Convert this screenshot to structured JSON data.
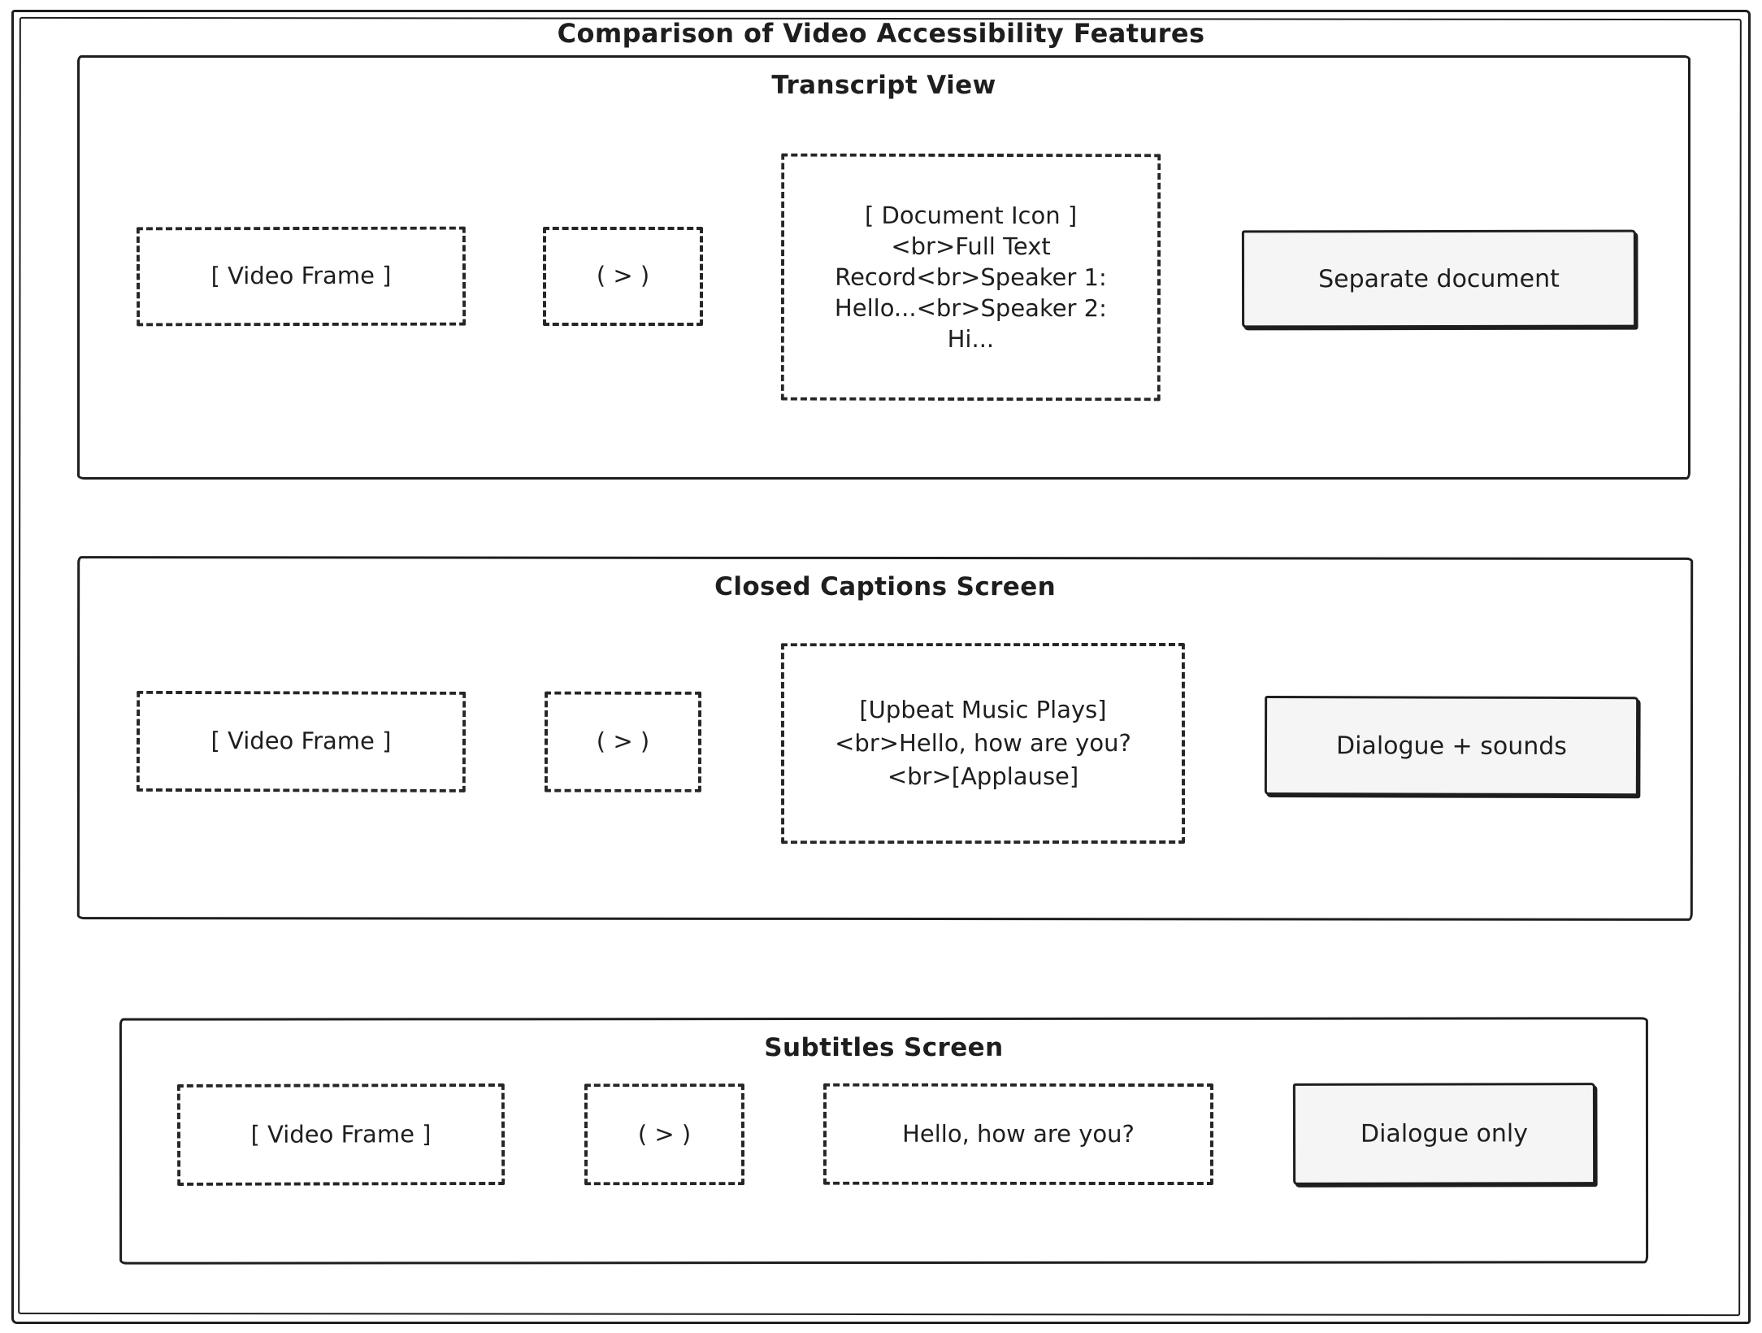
{
  "title": "Comparison of Video Accessibility Features",
  "colors": {
    "stroke": "#1e1e1e",
    "box_fill": "#f5f5f5",
    "background": "#ffffff"
  },
  "sections": [
    {
      "id": "transcript-view",
      "title": "Transcript View",
      "video_frame_label": "[ Video Frame ]",
      "play_button_label": "( > )",
      "content_text": "[ Document Icon ] <br>Full Text Record<br>Speaker 1: Hello...<br>Speaker 2: Hi...",
      "result_label": "Separate document"
    },
    {
      "id": "closed-captions",
      "title": "Closed Captions Screen",
      "video_frame_label": "[ Video Frame ]",
      "play_button_label": "( > )",
      "content_text": "[Upbeat Music Plays] <br>Hello, how are you? <br>[Applause]",
      "result_label": "Dialogue + sounds"
    },
    {
      "id": "subtitles",
      "title": "Subtitles Screen",
      "video_frame_label": "[ Video Frame ]",
      "play_button_label": "( > )",
      "content_text": "Hello, how are you?",
      "result_label": "Dialogue only"
    }
  ]
}
